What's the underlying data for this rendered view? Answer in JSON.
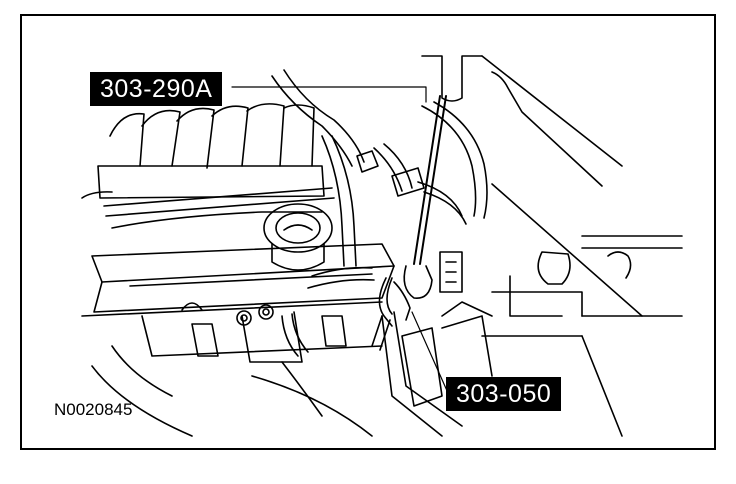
{
  "diagram": {
    "callouts": {
      "tool_a": "303-290A",
      "tool_b": "303-050"
    },
    "figure_id": "N0020845"
  },
  "colors": {
    "ink": "#000000",
    "paper": "#ffffff"
  }
}
